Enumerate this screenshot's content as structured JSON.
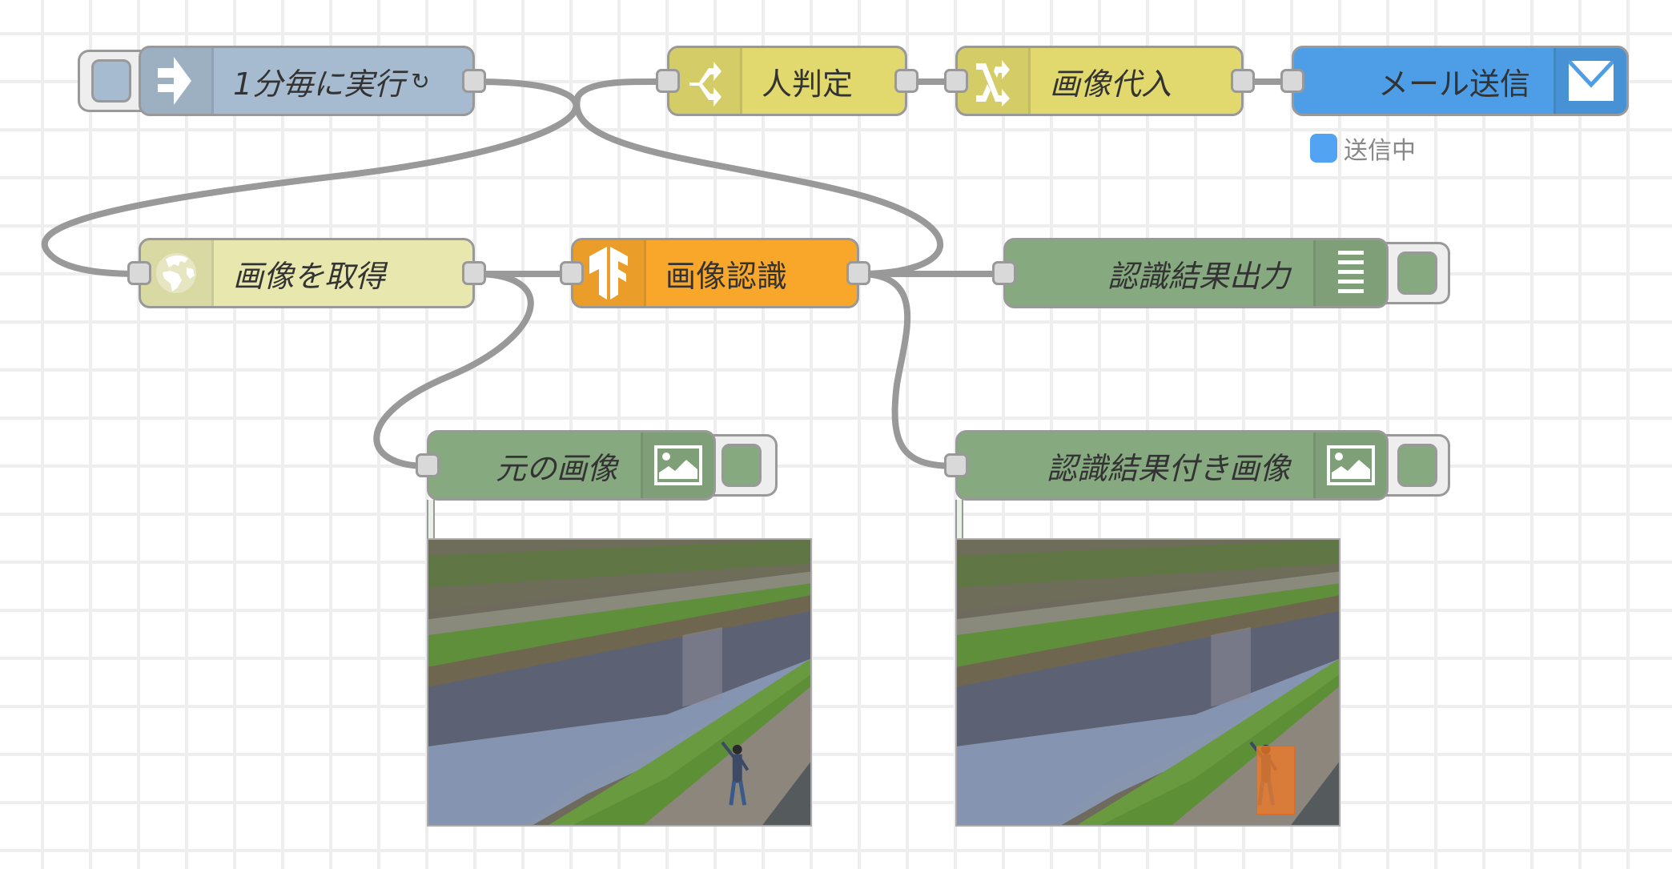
{
  "canvas": {
    "grid_size": 60,
    "background": "#ffffff",
    "grid_color": "#eeeeee",
    "wire_color": "#999999"
  },
  "nodes": {
    "inject": {
      "label": "1分毎に実行",
      "repeat_symbol": "↻",
      "icon": "arrow-in-icon",
      "color": "#a6bbcf"
    },
    "switch": {
      "label": "人判定",
      "icon": "switch-icon",
      "color": "#e2d96e"
    },
    "change": {
      "label": "画像代入",
      "icon": "shuffle-icon",
      "color": "#e2d96e"
    },
    "email": {
      "label": "メール送信",
      "icon": "envelope-icon",
      "color": "#4d9ee6",
      "status": {
        "text": "送信中",
        "color": "#53a3f3"
      }
    },
    "http": {
      "label": "画像を取得",
      "icon": "globe-icon",
      "color": "#e7e7ae"
    },
    "tf": {
      "label": "画像認識",
      "icon": "tensorflow-icon",
      "color": "#f9a72b"
    },
    "debug": {
      "label": "認識結果出力",
      "icon": "debug-list-icon",
      "color": "#87a980"
    },
    "image_original": {
      "label": "元の画像",
      "icon": "image-icon",
      "color": "#87a980"
    },
    "image_result": {
      "label": "認識結果付き画像",
      "icon": "image-icon",
      "color": "#87a980"
    }
  },
  "previews": {
    "original": {
      "description": "river camera image with person waving"
    },
    "result": {
      "description": "river camera image with person highlighted",
      "detection_color": "#f07a26"
    }
  }
}
